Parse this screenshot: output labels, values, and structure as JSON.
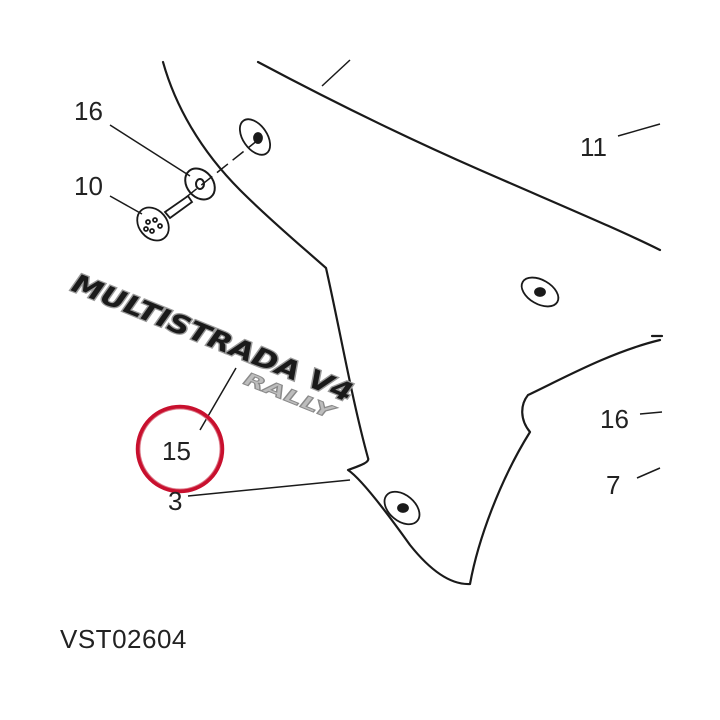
{
  "callouts": {
    "c16_top": "16",
    "c10": "10",
    "c11": "11",
    "c15": "15",
    "c3": "3",
    "c16_right": "16",
    "c7": "7"
  },
  "decal": {
    "line1": "MULTISTRADA V4",
    "line2": "RALLY"
  },
  "reference_code": "VST02604",
  "colors": {
    "highlight_circle": "#c8102e",
    "line": "#1a1a1a"
  }
}
